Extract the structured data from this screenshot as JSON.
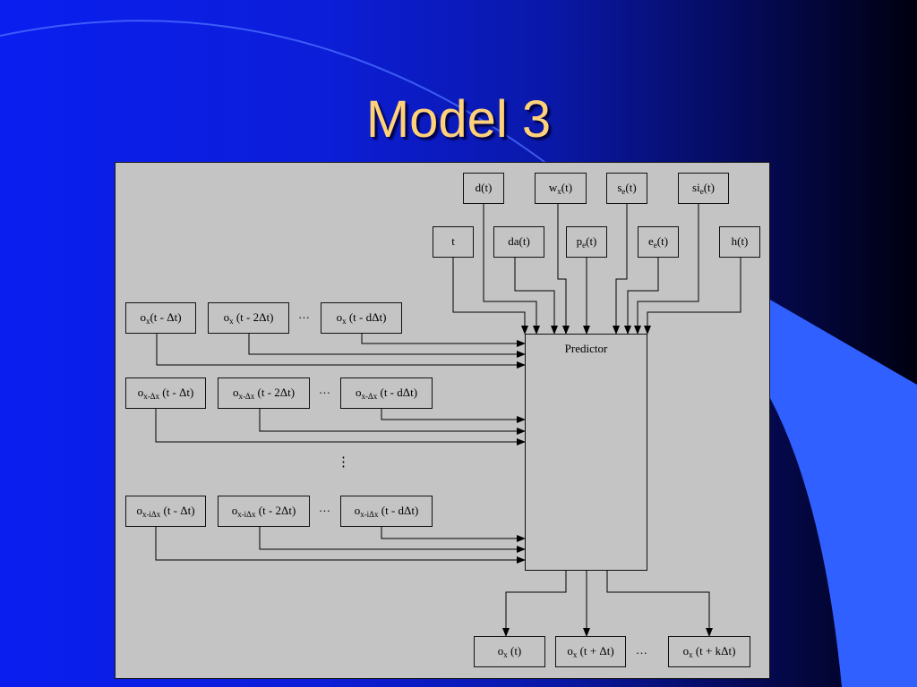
{
  "slide": {
    "title": "Model 3"
  },
  "colors": {
    "background_left": "#0a1ef0",
    "background_right": "#000010",
    "decor_light_blue": "#3060ff",
    "title": "#ffd27a",
    "panel": "#c4c4c4"
  },
  "diagram": {
    "top_inputs": {
      "d": {
        "base": "d",
        "sub": "",
        "tail": "(t)"
      },
      "w": {
        "base": "w",
        "sub": "x",
        "tail": "(t)"
      },
      "s": {
        "base": "s",
        "sub": "e",
        "tail": "(t)"
      },
      "si": {
        "base": "si",
        "sub": "e",
        "tail": "(t)"
      },
      "t": {
        "base": "t",
        "sub": "",
        "tail": ""
      },
      "da": {
        "base": "da",
        "sub": "",
        "tail": "(t)"
      },
      "p": {
        "base": "p",
        "sub": "e",
        "tail": "(t)"
      },
      "e": {
        "base": "e",
        "sub": "e",
        "tail": "(t)"
      },
      "h": {
        "base": "h",
        "sub": "",
        "tail": "(t)"
      }
    },
    "row1": {
      "a": {
        "base": "o",
        "sub": "x",
        "tail": "(t - Δt)"
      },
      "b": {
        "base": "o",
        "sub": "x",
        "tail": " (t - 2Δt)"
      },
      "c": {
        "base": "o",
        "sub": "x",
        "tail": " (t - dΔt)"
      }
    },
    "row2": {
      "a": {
        "base": "o",
        "sub": "x-Δx",
        "tail": " (t - Δt)"
      },
      "b": {
        "base": "o",
        "sub": "x-Δx",
        "tail": " (t - 2Δt)"
      },
      "c": {
        "base": "o",
        "sub": "x-Δx",
        "tail": " (t - dΔt)"
      }
    },
    "row3": {
      "a": {
        "base": "o",
        "sub": "x-iΔx",
        "tail": " (t - Δt)"
      },
      "b": {
        "base": "o",
        "sub": "x-iΔx",
        "tail": " (t - 2Δt)"
      },
      "c": {
        "base": "o",
        "sub": "x-iΔx",
        "tail": " (t - dΔt)"
      }
    },
    "outputs": {
      "a": {
        "base": "o",
        "sub": "x",
        "tail": " (t)"
      },
      "b": {
        "base": "o",
        "sub": "x",
        "tail": " (t + Δt)"
      },
      "c": {
        "base": "o",
        "sub": "x",
        "tail": " (t + kΔt)"
      }
    },
    "predictor_label": "Predictor",
    "ellipsis": "…",
    "vertical_ellipsis": "⋮"
  }
}
